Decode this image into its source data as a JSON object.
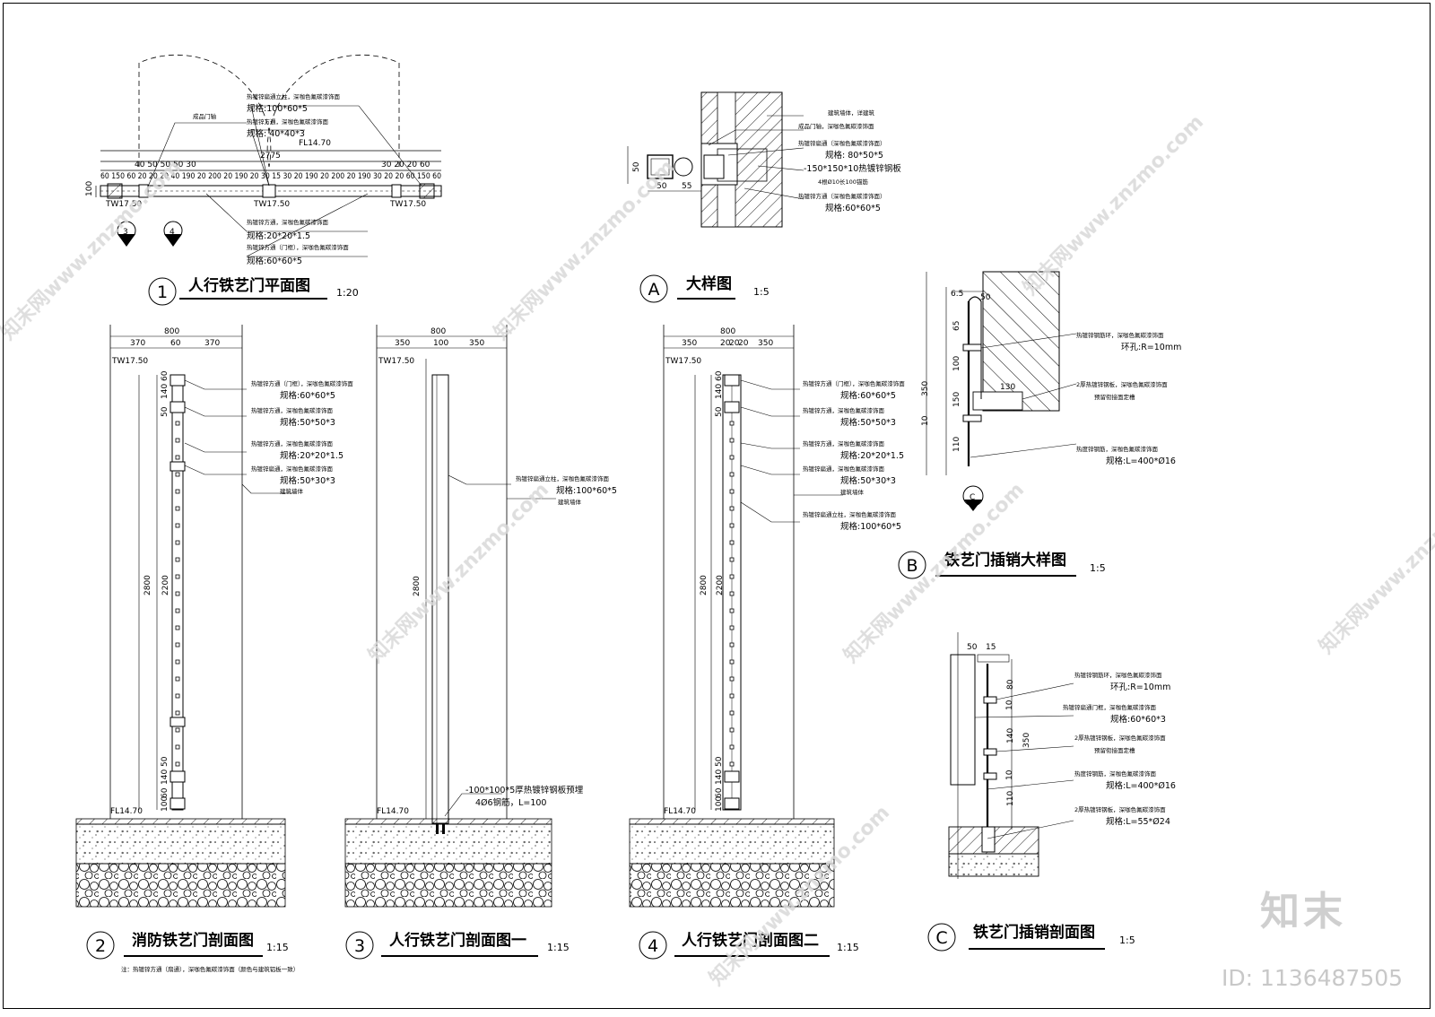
{
  "drawings": {
    "d1": {
      "num": "1",
      "title": "人行铁艺门平面图",
      "scale": "1:20"
    },
    "dA": {
      "num": "A",
      "title": "大样图",
      "scale": "1:5"
    },
    "dB": {
      "num": "B",
      "title": "铁艺门插销大样图",
      "scale": "1:5"
    },
    "dC": {
      "num": "C",
      "title": "铁艺门插销剖面图",
      "scale": "1:5"
    },
    "d2": {
      "num": "2",
      "title": "消防铁艺门剖面图",
      "scale": "1:15",
      "note": "注：热镀锌方通（扇通），深咖色氟碳漆饰面（颜色与建筑铝板一致）"
    },
    "d3": {
      "num": "3",
      "title": "人行铁艺门剖面图一",
      "scale": "1:15"
    },
    "d4": {
      "num": "4",
      "title": "人行铁艺门剖面图二",
      "scale": "1:15"
    }
  },
  "plan": {
    "overall": "2775",
    "dims_row": "60 150 60 20 20 20 40   190  20  200  20  190  20  30 15 30  20  190  20  200  20  190  30 20 20 60 150 60",
    "dims_top_left": "40 50 50 50 30",
    "dims_top_right": "30 20 20 60",
    "dim_100": "100",
    "fl": "FL14.70",
    "tw": "TW17.50",
    "section_marks": [
      "3",
      "4"
    ],
    "labels": [
      "热镀锌扁通立柱，深咖色氟碳漆饰面",
      "规格:100*60*5",
      "热镀锌方通，深咖色氟碳漆饰面",
      "规格: 40*40*3",
      "成品门轴",
      "热镀锌方通，深咖色氟碳漆饰面",
      "规格:20*20*1.5",
      "热镀锌方通（门框），深咖色氟碳漆饰面",
      "规格:60*60*5"
    ]
  },
  "detailA": {
    "labels": [
      "建筑墙体，详建筑",
      "成品门轴，深咖色氟碳漆饰面",
      "热镀锌扁通（深咖色氟碳漆饰面）",
      "规格: 80*50*5",
      "-150*150*10热镀锌钢板",
      "4根Ø10长100锚筋",
      "热镀锌方通（深咖色氟碳漆饰面）",
      "规格:60*60*5"
    ],
    "dims": [
      "50",
      "50",
      "55"
    ]
  },
  "section2": {
    "dims_top": [
      "800",
      "370",
      "60",
      "370"
    ],
    "dims_left_top": [
      "60",
      "140",
      "50"
    ],
    "dims_left_bottom": [
      "50",
      "140",
      "60",
      "100"
    ],
    "h_total": "2800",
    "h_inner": "2200",
    "tw": "TW17.50",
    "fl": "FL14.70",
    "labels": [
      "热镀锌方通（门框），深咖色氟碳漆饰面",
      "规格:60*60*5",
      "热镀锌方通，深咖色氟碳漆饰面",
      "规格:50*50*3",
      "热镀锌方通，深咖色氟碳漆饰面",
      "规格:20*20*1.5",
      "热镀锌扁通，深咖色氟碳漆饰面",
      "规格:50*30*3",
      "建筑墙体"
    ]
  },
  "section3": {
    "dims_top": [
      "800",
      "350",
      "100",
      "350"
    ],
    "h_total": "2800",
    "tw": "TW17.50",
    "fl": "FL14.70",
    "labels": [
      "热镀锌扁通立柱，深咖色氟碳漆饰面",
      "规格:100*60*5",
      "建筑墙体"
    ],
    "plate": "-100*100*5厚热镀锌钢板预埋",
    "rebar": "4Ø6钢筋，L=100"
  },
  "section4": {
    "dims_top": [
      "800",
      "350",
      "20",
      "20",
      "20",
      "350"
    ],
    "dims_left_top": [
      "60",
      "140",
      "50"
    ],
    "dims_left_bottom": [
      "50",
      "140",
      "60",
      "100"
    ],
    "h_total": "2800",
    "h_inner": "2200",
    "tw": "TW17.50",
    "fl": "FL14.70",
    "labels": [
      "热镀锌方通（门框），深咖色氟碳漆饰面",
      "规格:60*60*5",
      "热镀锌方通，深咖色氟碳漆饰面",
      "规格:50*50*3",
      "热镀锌方通，深咖色氟碳漆饰面",
      "规格:20*20*1.5",
      "热镀锌扁通，深咖色氟碳漆饰面",
      "规格:50*30*3",
      "建筑墙体",
      "热镀锌扁通立柱，深咖色氟碳漆饰面",
      "规格:100*60*5"
    ]
  },
  "detailB": {
    "dims": [
      "50",
      "6.5",
      "65",
      "100",
      "150",
      "350",
      "10",
      "110",
      "130"
    ],
    "labels": [
      "热镀锌钢筋环，深咖色氟碳漆饰面",
      "环孔:R=10mm",
      "2厚热镀锌钢板，深咖色氟碳漆饰面",
      "预留衔接面定槽",
      "热度锌钢筋，深咖色氟碳漆饰面",
      "规格:L=400*Ø16"
    ],
    "section_mark": "C"
  },
  "detailC": {
    "dims": [
      "50",
      "15",
      "80",
      "10",
      "140",
      "350",
      "10",
      "110"
    ],
    "labels": [
      "热镀锌钢筋环，深咖色氟碳漆饰面",
      "环孔:R=10mm",
      "热镀锌扁通门框，深咖色氟碳漆饰面",
      "规格:60*60*3",
      "2厚热镀锌钢板，深咖色氟碳漆饰面",
      "预留衔接面定槽",
      "热度锌钢筋，深咖色氟碳漆饰面",
      "规格:L=400*Ø16",
      "2厚热镀锌钢板，深咖色氟碳漆饰面",
      "规格:L=55*Ø24"
    ]
  },
  "watermark": {
    "text": "知末网www.znzmo.com",
    "brand": "知末",
    "id": "ID: 1136487505"
  }
}
